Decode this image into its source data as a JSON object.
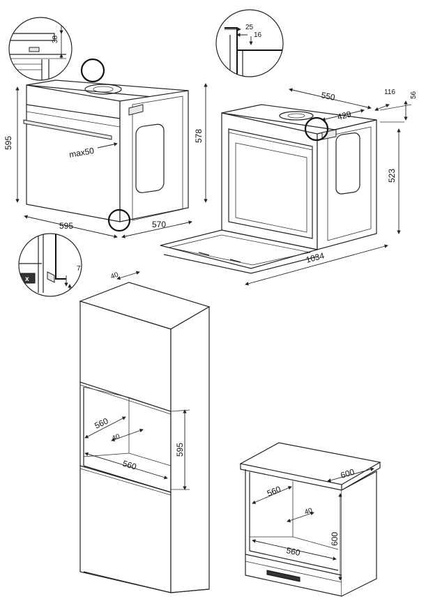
{
  "labels": {
    "oven_height": "595",
    "oven_width": "595",
    "oven_depth": "570",
    "oven_depth_total": "578",
    "handle_gap": "max50",
    "detail_top_38": "38",
    "detail_top_25": "25",
    "detail_top_16": "16",
    "detail_bottom_7": "7",
    "detail_x": "x",
    "front_depth": "550",
    "door_offset": "116",
    "top_56": "56",
    "inner_429": "429",
    "height_523": "523",
    "door_open_depth": "1034",
    "tall_40": "40",
    "tall_depth": "560",
    "tall_depth2": "40",
    "tall_width": "560",
    "tall_height": "595",
    "under_depth": "600",
    "under_inner_depth": "560",
    "under_40": "40",
    "under_width": "560",
    "under_height": "600"
  }
}
